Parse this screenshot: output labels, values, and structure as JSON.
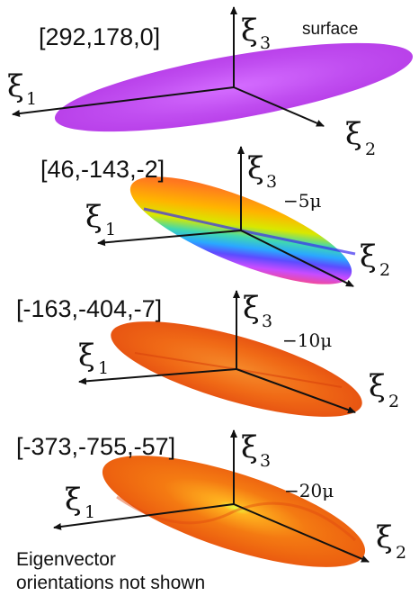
{
  "panels": [
    {
      "vector": "[292,178,0]",
      "depth": "surface",
      "axes": {
        "xi1": "ξ",
        "xi1_sub": "1",
        "xi2": "ξ",
        "xi2_sub": "2",
        "xi3": "ξ",
        "xi3_sub": "3"
      },
      "fill": "#cc55f0"
    },
    {
      "vector": "[46,-143,-2]",
      "depth": "−5μ",
      "axes": {
        "xi1": "ξ",
        "xi1_sub": "1",
        "xi2": "ξ",
        "xi2_sub": "2",
        "xi3": "ξ",
        "xi3_sub": "3"
      },
      "fill": "rainbow"
    },
    {
      "vector": "[-163,-404,-7]",
      "depth": "−10μ",
      "axes": {
        "xi1": "ξ",
        "xi1_sub": "1",
        "xi2": "ξ",
        "xi2_sub": "2",
        "xi3": "ξ",
        "xi3_sub": "3"
      },
      "fill": "#f06010"
    },
    {
      "vector": "[-373,-755,-57]",
      "depth": "−20μ",
      "axes": {
        "xi1": "ξ",
        "xi1_sub": "1",
        "xi2": "ξ",
        "xi2_sub": "2",
        "xi3": "ξ",
        "xi3_sub": "3"
      },
      "fill": "#f07010"
    }
  ],
  "note": {
    "line1": "Eigenvector",
    "line2": "orientations not shown"
  }
}
